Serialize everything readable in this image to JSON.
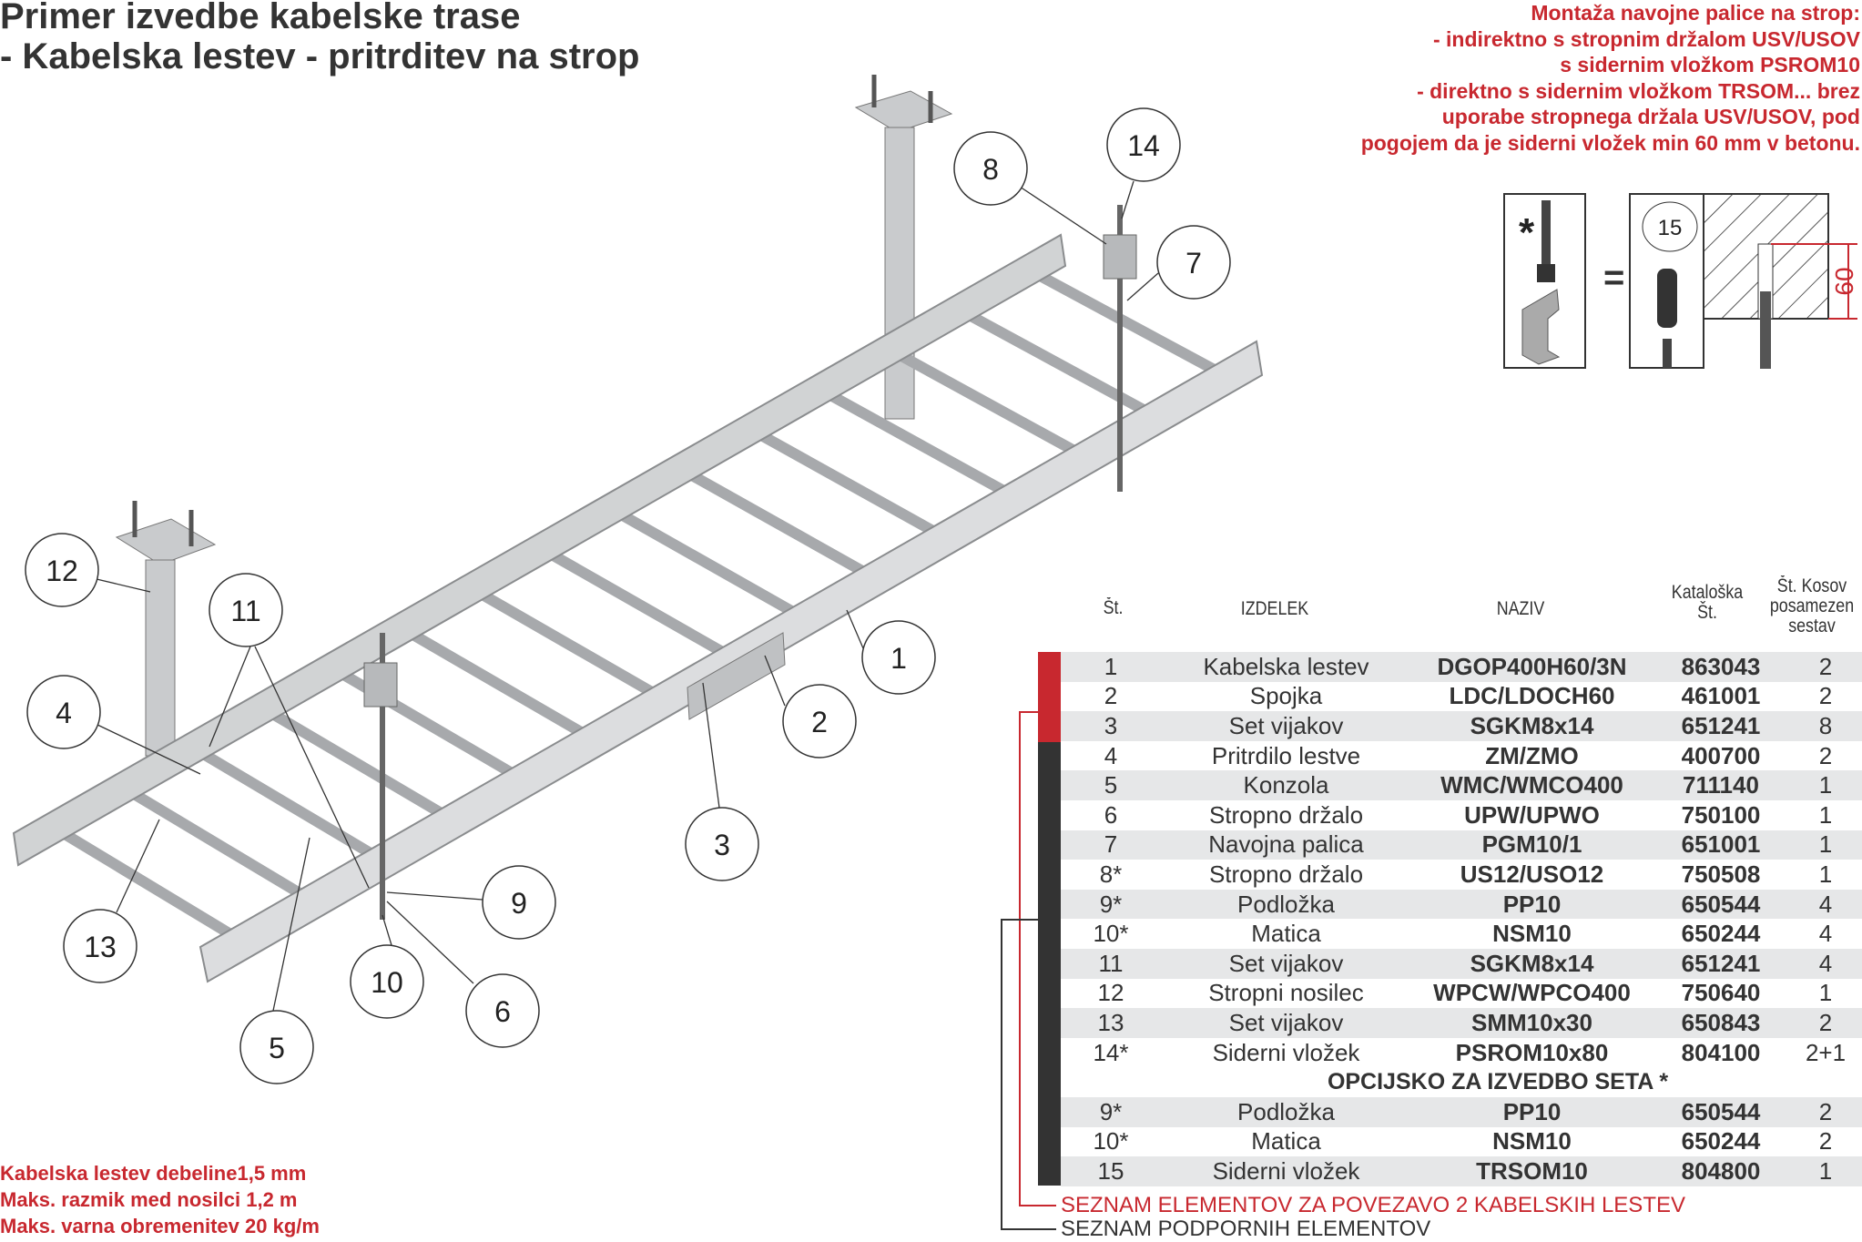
{
  "title": {
    "line1": "Primer izvedbe kabelske trase",
    "line2": "- Kabelska lestev -  pritrditev na strop"
  },
  "note": [
    "Montaža navojne palice na strop:",
    "- indirektno s stropnim držalom USV/USOV",
    "s sidernim vložkom PSROM10",
    "- direktno s sidernim vložkom  TRSOM... brez",
    "uporabe stropnega držala  USV/USOV, pod",
    "pogojem da je siderni vložek min 60 mm v betonu."
  ],
  "inset": {
    "asterisk": "*",
    "equals": "=",
    "callout": "15",
    "dimension": "60"
  },
  "callouts": [
    "1",
    "2",
    "3",
    "4",
    "5",
    "6",
    "7",
    "8",
    "9",
    "10",
    "11",
    "12",
    "13",
    "14"
  ],
  "specs": [
    "Kabelska lestev debeline1,5 mm",
    "Maks. razmik med nosilci 1,2 m",
    "Maks. varna obremenitev 20 kg/m"
  ],
  "table": {
    "headers": {
      "st": "Št.",
      "izdelek": "IZDELEK",
      "naziv": "NAZIV",
      "kataloska": "Kataloška Št.",
      "kosov": "Št. Kosov posamezen sestav"
    },
    "rows": [
      [
        "1",
        "Kabelska lestev",
        "DGOP400H60/3N",
        "863043",
        "2"
      ],
      [
        "2",
        "Spojka",
        "LDC/LDOCH60",
        "461001",
        "2"
      ],
      [
        "3",
        "Set vijakov",
        "SGKM8x14",
        "651241",
        "8"
      ],
      [
        "4",
        "Pritrdilo lestve",
        "ZM/ZMO",
        "400700",
        "2"
      ],
      [
        "5",
        "Konzola",
        "WMC/WMCO400",
        "711140",
        "1"
      ],
      [
        "6",
        "Stropno držalo",
        "UPW/UPWO",
        "750100",
        "1"
      ],
      [
        "7",
        "Navojna palica",
        "PGM10/1",
        "651001",
        "1"
      ],
      [
        "8*",
        "Stropno držalo",
        "US12/USO12",
        "750508",
        "1"
      ],
      [
        "9*",
        "Podložka",
        "PP10",
        "650544",
        "4"
      ],
      [
        "10*",
        "Matica",
        "NSM10",
        "650244",
        "4"
      ],
      [
        "11",
        "Set vijakov",
        "SGKM8x14",
        "651241",
        "4"
      ],
      [
        "12",
        "Stropni nosilec",
        "WPCW/WPCO400",
        "750640",
        "1"
      ],
      [
        "13",
        "Set vijakov",
        "SMM10x30",
        "650843",
        "2"
      ],
      [
        "14*",
        "Siderni vložek",
        "PSROM10x80",
        "804100",
        "2+1"
      ]
    ],
    "section": "OPCIJSKO ZA IZVEDBO SETA  *",
    "optional_rows": [
      [
        "9*",
        "Podložka",
        "PP10",
        "650544",
        "2"
      ],
      [
        "10*",
        "Matica",
        "NSM10",
        "650244",
        "2"
      ],
      [
        "15",
        "Siderni vložek",
        "TRSOM10",
        "804800",
        "1"
      ]
    ]
  },
  "legend": {
    "connection": "SEZNAM ELEMENTOV ZA POVEZAVO 2 KABELSKIH LESTEV",
    "support": "SEZNAM PODPORNIH ELEMENTOV"
  },
  "colors": {
    "red": "#c8282f",
    "dark": "#333333",
    "stripe": "#e6e7e8"
  }
}
